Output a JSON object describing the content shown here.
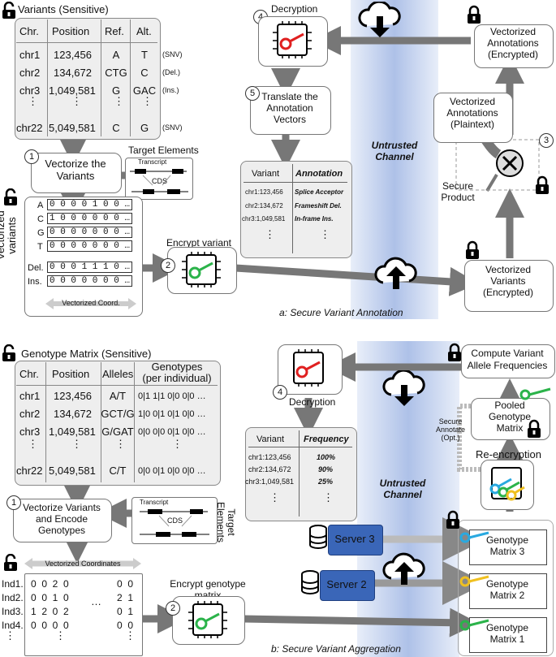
{
  "channel": {
    "label": "Untrusted\nChannel"
  },
  "panel_a": {
    "caption": "a: Secure Variant Annotation",
    "table_title": "Variants (Sensitive)",
    "headers": [
      "Chr.",
      "Position",
      "Ref.",
      "Alt."
    ],
    "rows": [
      {
        "chr": "chr1",
        "pos": "123,456",
        "ref": "A",
        "alt": "T",
        "type": "(SNV)"
      },
      {
        "chr": "chr2",
        "pos": "134,672",
        "ref": "CTG",
        "alt": "C",
        "type": "(Del.)"
      },
      {
        "chr": "chr3",
        "pos": "1,049,581",
        "ref": "G",
        "alt": "GAC",
        "type": "(Ins.)"
      },
      {
        "chr": "chr22",
        "pos": "5,049,581",
        "ref": "C",
        "alt": "G",
        "type": "(SNV)"
      }
    ],
    "step1": {
      "num": "1",
      "label": "Vectorize the\nVariants"
    },
    "target": {
      "title": "Target Elements",
      "transcript": "Transcript",
      "cds": "CDS"
    },
    "vec_label": "Vectorized\nvariants",
    "vec_rows": [
      {
        "k": "A",
        "v": "0 0 0 0 1 0 0 …"
      },
      {
        "k": "C",
        "v": "1 0 0 0 0 0 0 …"
      },
      {
        "k": "G",
        "v": "0 0 0 0 0 0 0 …"
      },
      {
        "k": "T",
        "v": "0 0 0 0 0 0 0 …"
      },
      {
        "k": "Del.",
        "v": "0 0 0 1 1 1 0 …"
      },
      {
        "k": "Ins.",
        "v": "0 0 0 0 0 0 0 …"
      }
    ],
    "vec_coord": "Vectorized Coord.",
    "step2": {
      "num": "2",
      "label": "Encrypt variant\nvectors"
    },
    "vec_var_enc": "Vectorized\nVariants\n(Encrypted)",
    "step3": {
      "num": "3",
      "label": "Secure\nProduct"
    },
    "vec_ann_plain": "Vectorized\nAnnotations\n(Plaintext)",
    "vec_ann_enc": "Vectorized\nAnnotations\n(Encrypted)",
    "step4": {
      "num": "4",
      "label": "Decryption"
    },
    "step5": {
      "num": "5",
      "label": "Translate the\nAnnotation\nVectors"
    },
    "result_headers": [
      "Variant",
      "Annotation"
    ],
    "results": [
      {
        "v": "chr1:123,456",
        "a": "Splice Acceptor"
      },
      {
        "v": "chr2:134,672",
        "a": "Frameshift Del."
      },
      {
        "v": "chr3:1,049,581",
        "a": "In-frame Ins."
      }
    ]
  },
  "panel_b": {
    "caption": "b: Secure Variant Aggregation",
    "table_title": "Genotype Matrix (Sensitive)",
    "headers": [
      "Chr.",
      "Position",
      "Alleles",
      "Genotypes\n(per individual)"
    ],
    "rows": [
      {
        "chr": "chr1",
        "pos": "123,456",
        "al": "A/T",
        "g": "0|1 1|1 0|0 0|0 …"
      },
      {
        "chr": "chr2",
        "pos": "134,672",
        "al": "GCT/G",
        "g": "1|0 0|1 0|1 0|0 …"
      },
      {
        "chr": "chr3",
        "pos": "1,049,581",
        "al": "G/GAT",
        "g": "0|0 0|0 0|1 0|0 …"
      },
      {
        "chr": "chr22",
        "pos": "5,049,581",
        "al": "C/T",
        "g": "0|0 0|1 0|0 0|0 …"
      }
    ],
    "step1": {
      "num": "1",
      "label": "Vectorize Variants\nand Encode\nGenotypes"
    },
    "target": {
      "title": "Target\nElements",
      "transcript": "Transcript",
      "cds": "CDS"
    },
    "vec_coord": "Vectorized Coordinates",
    "ind_rows": [
      {
        "k": "Ind1.",
        "v": "0  0  2  0",
        "e": "0  0"
      },
      {
        "k": "Ind2.",
        "v": "0  0  1  0",
        "e": "2  1"
      },
      {
        "k": "Ind3.",
        "v": "1  2  0  2",
        "e": "0  1"
      },
      {
        "k": "Ind4.",
        "v": "0  0  0  0",
        "e": "0  0"
      }
    ],
    "step2": {
      "num": "2",
      "label": "Encrypt genotype\nmatrix"
    },
    "servers": [
      "Server 3",
      "Server 2"
    ],
    "genos": [
      "Genotype\nMatrix 3",
      "Genotype\nMatrix 2",
      "Genotype\nMatrix 1"
    ],
    "reenc": "Re-encryption",
    "pooled": "Pooled\nGenotype\nMatrix",
    "secure_annot": "Secure\nAnnotate\n(Opt.)",
    "compute": "Compute Variant\nAllele Frequencies",
    "step4": {
      "num": "4",
      "label": "Decryption"
    },
    "result_headers": [
      "Variant",
      "Frequency"
    ],
    "results": [
      {
        "v": "chr1:123,456",
        "f": "100%"
      },
      {
        "v": "chr2:134,672",
        "f": "90%"
      },
      {
        "v": "chr3:1,049,581",
        "f": "25%"
      }
    ]
  }
}
